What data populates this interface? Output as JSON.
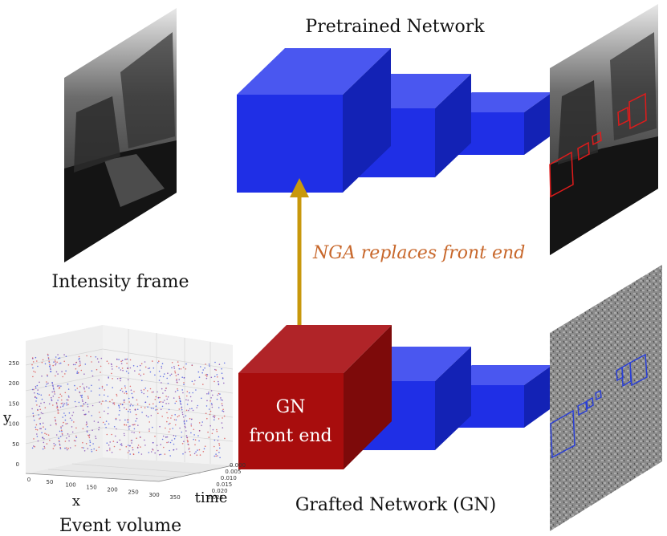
{
  "labels": {
    "pretrained_network": "Pretrained Network",
    "grafted_network": "Grafted Network (GN)",
    "intensity_frame": "Intensity frame",
    "event_volume": "Event volume",
    "nga_arrow_label": "NGA replaces front end",
    "gn_front_end_line1": "GN",
    "gn_front_end_line2": "front end"
  },
  "event_plot": {
    "x_label": "x",
    "y_label": "y",
    "t_label": "time",
    "x_ticks": [
      "0",
      "50",
      "100",
      "150",
      "200",
      "250",
      "300",
      "350"
    ],
    "y_ticks": [
      "0",
      "50",
      "100",
      "150",
      "200",
      "250"
    ],
    "t_ticks": [
      "0.000",
      "0.005",
      "0.010",
      "0.015",
      "0.020",
      "0.025"
    ]
  },
  "colors": {
    "block_blue": "#1f2fe6",
    "block_red": "#a80d0d",
    "arrow_gold": "#c8980c",
    "nga_text": "#c8682c",
    "box_red": "#e01b1b",
    "box_blue": "#2a3fd6"
  }
}
